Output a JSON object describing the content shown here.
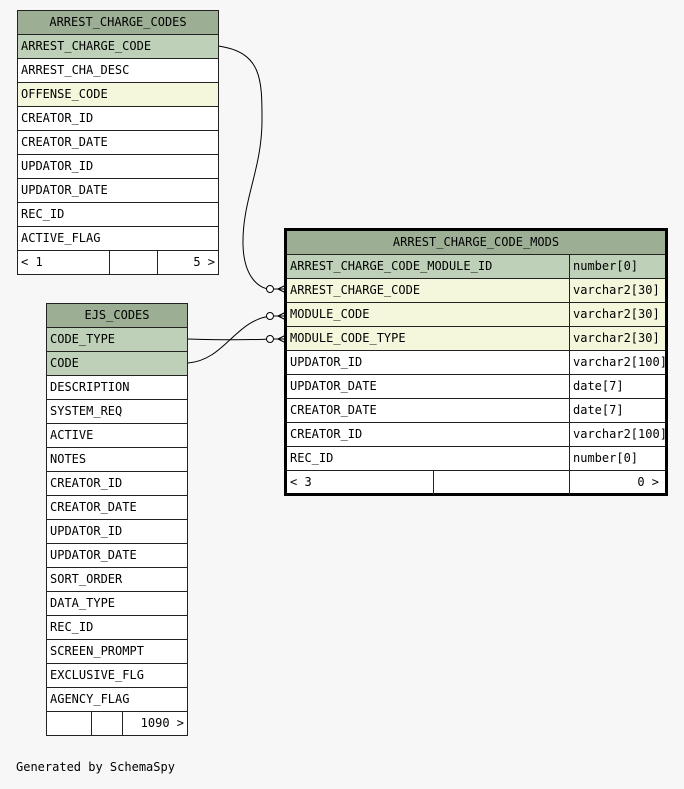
{
  "arrest_charge_codes": {
    "title": "ARREST_CHARGE_CODES",
    "columns": [
      "ARREST_CHARGE_CODE",
      "ARREST_CHA_DESC",
      "OFFENSE_CODE",
      "CREATOR_ID",
      "CREATOR_DATE",
      "UPDATOR_ID",
      "UPDATOR_DATE",
      "REC_ID",
      "ACTIVE_FLAG"
    ],
    "footer_left": "< 1",
    "footer_right": "5 >"
  },
  "ejs_codes": {
    "title": "EJS_CODES",
    "columns": [
      "CODE_TYPE",
      "CODE",
      "DESCRIPTION",
      "SYSTEM_REQ",
      "ACTIVE",
      "NOTES",
      "CREATOR_ID",
      "CREATOR_DATE",
      "UPDATOR_ID",
      "UPDATOR_DATE",
      "SORT_ORDER",
      "DATA_TYPE",
      "REC_ID",
      "SCREEN_PROMPT",
      "EXCLUSIVE_FLG",
      "AGENCY_FLAG"
    ],
    "footer_right": "1090 >"
  },
  "arrest_charge_code_mods": {
    "title": "ARREST_CHARGE_CODE_MODS",
    "columns": [
      {
        "name": "ARREST_CHARGE_CODE_MODULE_ID",
        "type": "number[0]"
      },
      {
        "name": "ARREST_CHARGE_CODE",
        "type": "varchar2[30]"
      },
      {
        "name": "MODULE_CODE",
        "type": "varchar2[30]"
      },
      {
        "name": "MODULE_CODE_TYPE",
        "type": "varchar2[30]"
      },
      {
        "name": "UPDATOR_ID",
        "type": "varchar2[100]"
      },
      {
        "name": "UPDATOR_DATE",
        "type": "date[7]"
      },
      {
        "name": "CREATOR_DATE",
        "type": "date[7]"
      },
      {
        "name": "CREATOR_ID",
        "type": "varchar2[100]"
      },
      {
        "name": "REC_ID",
        "type": "number[0]"
      }
    ],
    "footer_left": "< 3",
    "footer_right": "0 >"
  },
  "caption": "Generated by SchemaSpy"
}
